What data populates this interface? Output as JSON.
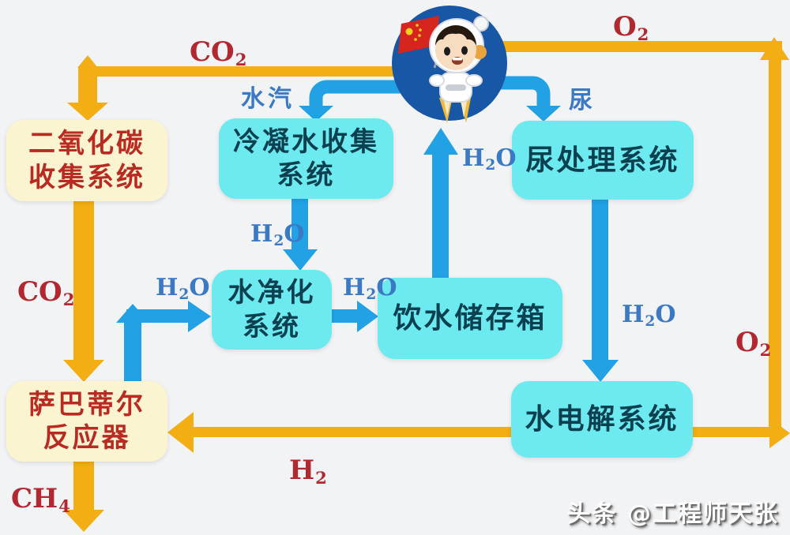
{
  "diagram_type": "space-station life support recycling flow diagram",
  "boxes": {
    "co2_collection": {
      "line1": "二氧化碳",
      "line2": "收集系统"
    },
    "condensate_collection": {
      "line1": "冷凝水收集",
      "line2": "系统"
    },
    "urine_treatment": {
      "line1": "尿处理系统"
    },
    "water_purification": {
      "line1": "水净化",
      "line2": "系统"
    },
    "drinking_water_tank": {
      "line1": "饮水储存箱"
    },
    "water_electrolysis": {
      "line1": "水电解系统"
    },
    "sabatier_reactor": {
      "line1": "萨巴蒂尔",
      "line2": "反应器"
    }
  },
  "labels": {
    "co2": {
      "main": "CO",
      "sub": "2"
    },
    "o2": {
      "main": "O",
      "sub": "2"
    },
    "h2o": {
      "main": "H",
      "sub": "2",
      "tail": "O"
    },
    "h2": {
      "main": "H",
      "sub": "2"
    },
    "ch4": {
      "main": "CH",
      "sub": "4"
    },
    "water_vapor": "水汽",
    "urine": "尿"
  },
  "watermark": "头条 @工程师天张",
  "colors": {
    "background": "#f2f3f5",
    "orange_arrow": "#f2ae12",
    "blue_arrow": "#22a2e5",
    "cyan_box_bg": "#6ceaef",
    "cyan_box_text": "#0b4050",
    "yellow_box_bg": "#fbf4d1",
    "yellow_box_text": "#b92b22",
    "red_label": "#b22830",
    "blue_label": "#3b79c4",
    "mascot_circle": "#1757a5",
    "flag_red": "#d6251f"
  }
}
